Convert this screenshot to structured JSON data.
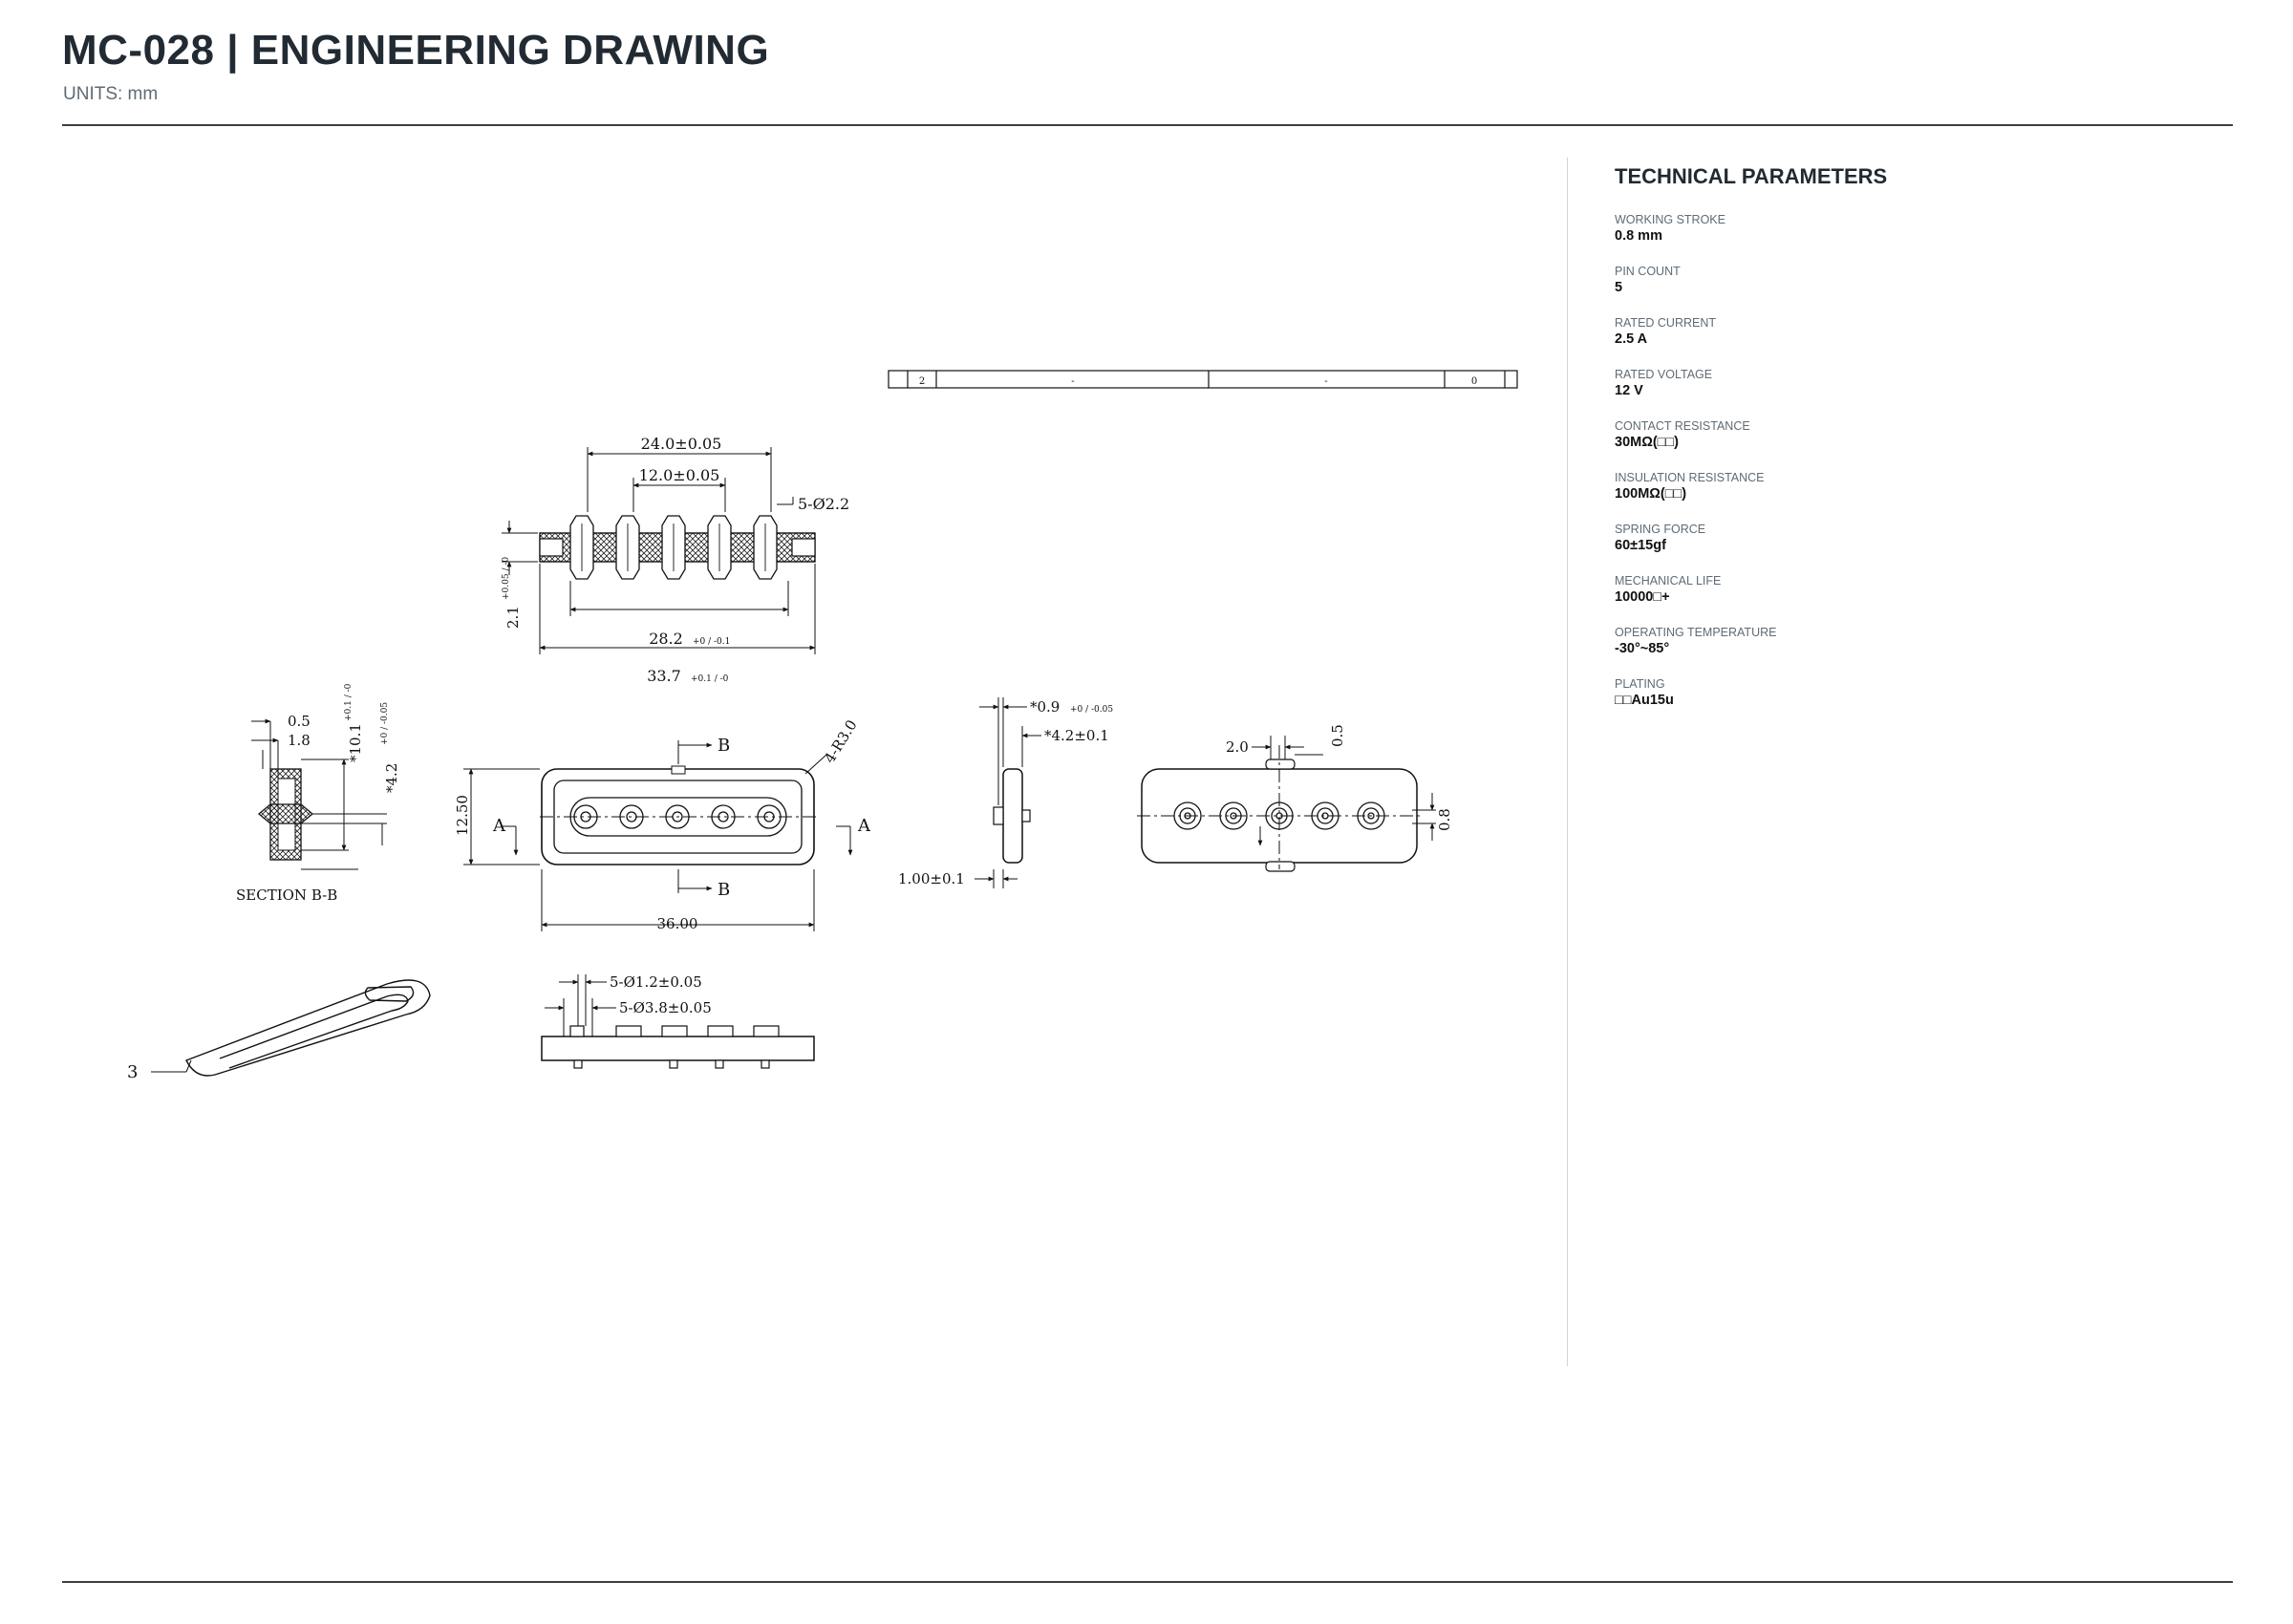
{
  "header": {
    "title": "MC-028  |  ENGINEERING DRAWING",
    "units": "UNITS: mm"
  },
  "drawing": {
    "title_block": [
      "2",
      "-",
      "-",
      "0"
    ],
    "front": {
      "dim_pitch_total": "24.0±0.05",
      "dim_pitch": "12.0±0.05",
      "dim_holes": "5-Ø2.2",
      "dim_inner_len": "28.2",
      "dim_inner_tol": "+0 / -0.1",
      "dim_outer_len": "33.7",
      "dim_outer_tol": "+0.1 / -0",
      "dim_height": "2.1",
      "dim_height_tol": "+0.05 / -0"
    },
    "section": {
      "d1": "0.5",
      "d2": "1.8",
      "d3": "*10.1",
      "d3_tol": "+0.1 / -0",
      "d4": "*4.2",
      "d4_tol": "+0 / -0.05",
      "label": "SECTION  B-B"
    },
    "plan": {
      "label_b": "B",
      "label_a": "A",
      "radius": "4-R3.0",
      "width": "12.50",
      "length": "36.00"
    },
    "side": {
      "d1": "*0.9",
      "d1_tol": "+0 / -0.05",
      "d2": "*4.2±0.1",
      "d3": "1.00±0.1"
    },
    "bottom": {
      "d1": "2.0",
      "d2": "0.5",
      "d3": "0.8"
    },
    "pcb": {
      "d1": "5-Ø1.2±0.05",
      "d2": "5-Ø3.8±0.05"
    },
    "pin": {
      "callout": "3"
    }
  },
  "params": {
    "heading": "TECHNICAL PARAMETERS",
    "items": [
      {
        "label": "WORKING STROKE",
        "value": "0.8 mm"
      },
      {
        "label": "PIN COUNT",
        "value": "5"
      },
      {
        "label": "RATED CURRENT",
        "value": "2.5 A"
      },
      {
        "label": "RATED VOLTAGE",
        "value": "12 V"
      },
      {
        "label": "CONTACT RESISTANCE",
        "value": "30MΩ(□□)"
      },
      {
        "label": "INSULATION RESISTANCE",
        "value": "100MΩ(□□)"
      },
      {
        "label": "SPRING FORCE",
        "value": "60±15gf"
      },
      {
        "label": "MECHANICAL LIFE",
        "value": "10000□+"
      },
      {
        "label": "OPERATING TEMPERATURE",
        "value": "-30°~85°"
      },
      {
        "label": "PLATING",
        "value": "□□Au15u"
      }
    ]
  }
}
